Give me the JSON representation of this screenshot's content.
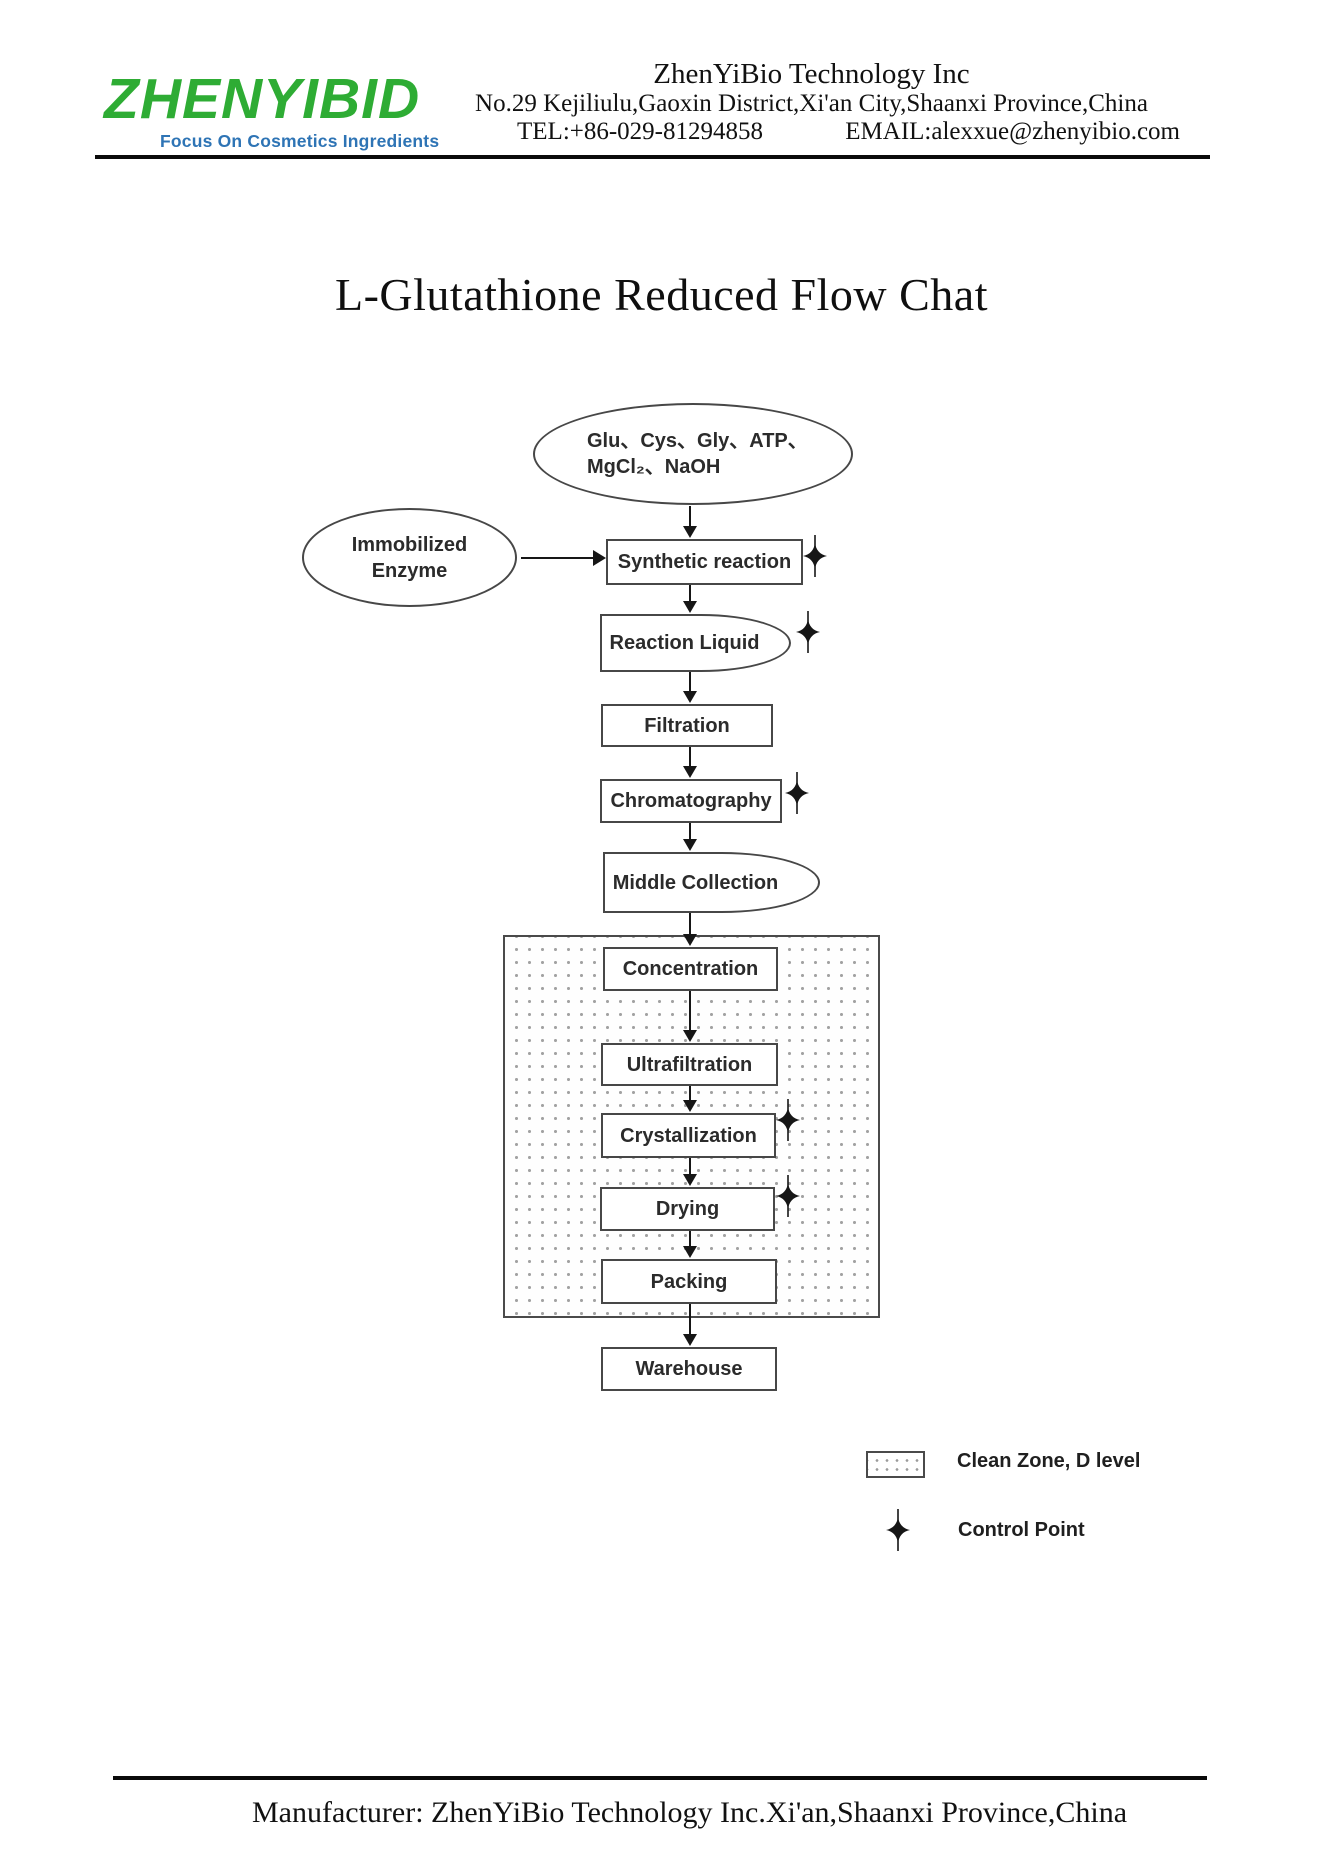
{
  "header": {
    "logo": {
      "text": "ZHENYIBID",
      "tagline": "Focus On Cosmetics Ingredients"
    },
    "company": "ZhenYiBio Technology Inc",
    "address": "No.29 Kejiliulu,Gaoxin District,Xi'an City,Shaanxi Province,China",
    "tel": "TEL:+86-029-81294858",
    "email": "EMAIL:alexxue@zhenyibio.com"
  },
  "title": "L-Glutathione Reduced Flow Chat",
  "flowchart": {
    "materials": {
      "line1": "Glu、Cys、Gly、ATP、",
      "line2": "MgCl₂、NaOH"
    },
    "enzyme": {
      "line1": "Immobilized",
      "line2": "Enzyme"
    },
    "steps": {
      "synthetic_reaction": "Synthetic reaction",
      "reaction_liquid": "Reaction Liquid",
      "filtration": "Filtration",
      "chromatography": "Chromatography",
      "middle_collection": "Middle Collection",
      "concentration": "Concentration",
      "ultrafiltration": "Ultrafiltration",
      "crystallization": "Crystallization",
      "drying": "Drying",
      "packing": "Packing",
      "warehouse": "Warehouse"
    }
  },
  "legend": {
    "clean_zone": "Clean Zone, D level",
    "control_point": "Control Point"
  },
  "footer": {
    "manufacturer": "Manufacturer: ZhenYiBio Technology Inc.Xi'an,Shaanxi Province,China"
  },
  "colors": {
    "logo_green": "#2EAC34",
    "tagline_blue": "#2E74B5",
    "node_border": "#474747",
    "line_black": "#161616"
  }
}
